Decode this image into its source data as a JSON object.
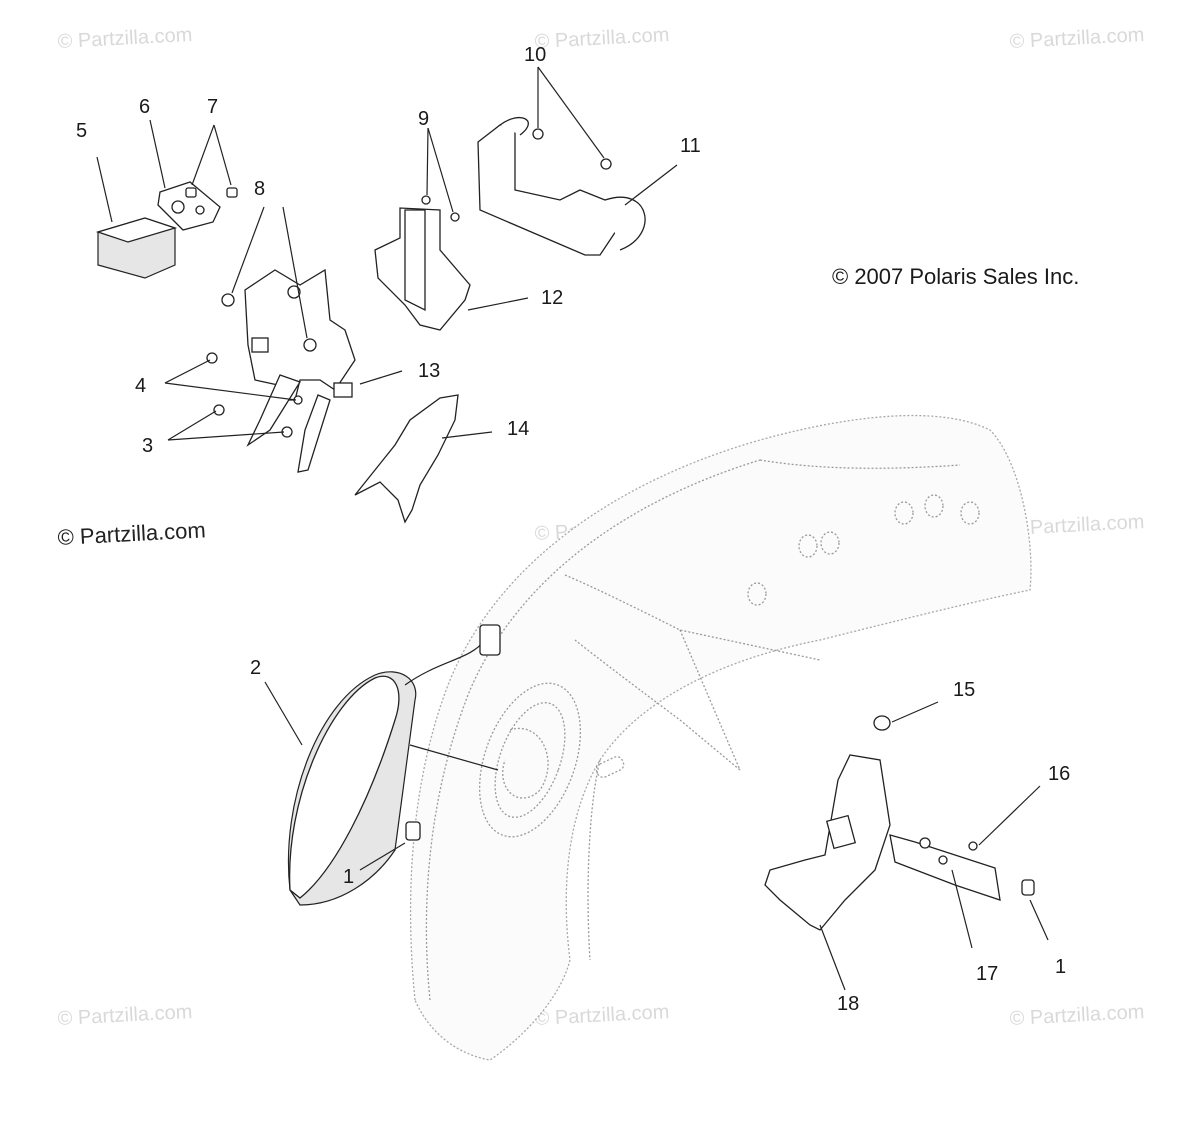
{
  "copyright": "© 2007 Polaris Sales Inc.",
  "watermark_text": "© Partzilla.com",
  "watermark_dark_text": "© Partzilla.com",
  "callouts": {
    "n1a": "1",
    "n1b": "1",
    "n2": "2",
    "n3": "3",
    "n4": "4",
    "n5": "5",
    "n6": "6",
    "n7": "7",
    "n8": "8",
    "n9": "9",
    "n10": "10",
    "n11": "11",
    "n12": "12",
    "n13": "13",
    "n14": "14",
    "n15": "15",
    "n16": "16",
    "n17": "17",
    "n18": "18"
  },
  "colors": {
    "line": "#222222",
    "fender": "#9a9a9a",
    "watermark": "#d9d9d9"
  }
}
